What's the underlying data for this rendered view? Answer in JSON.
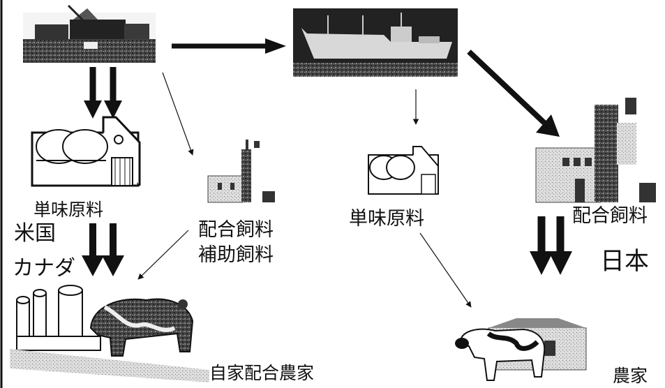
{
  "labels": {
    "us_single_feed": "単味原料",
    "usa": "米国",
    "canada": "カナダ",
    "compound_support_feed_line1": "配合飼料",
    "compound_support_feed_line2": "補助飼料",
    "jp_single_feed": "単味原料",
    "jp_compound_feed": "配合飼料",
    "japan": "日本",
    "self_mixing_farm": "自家配合農家",
    "farm": "農家"
  }
}
